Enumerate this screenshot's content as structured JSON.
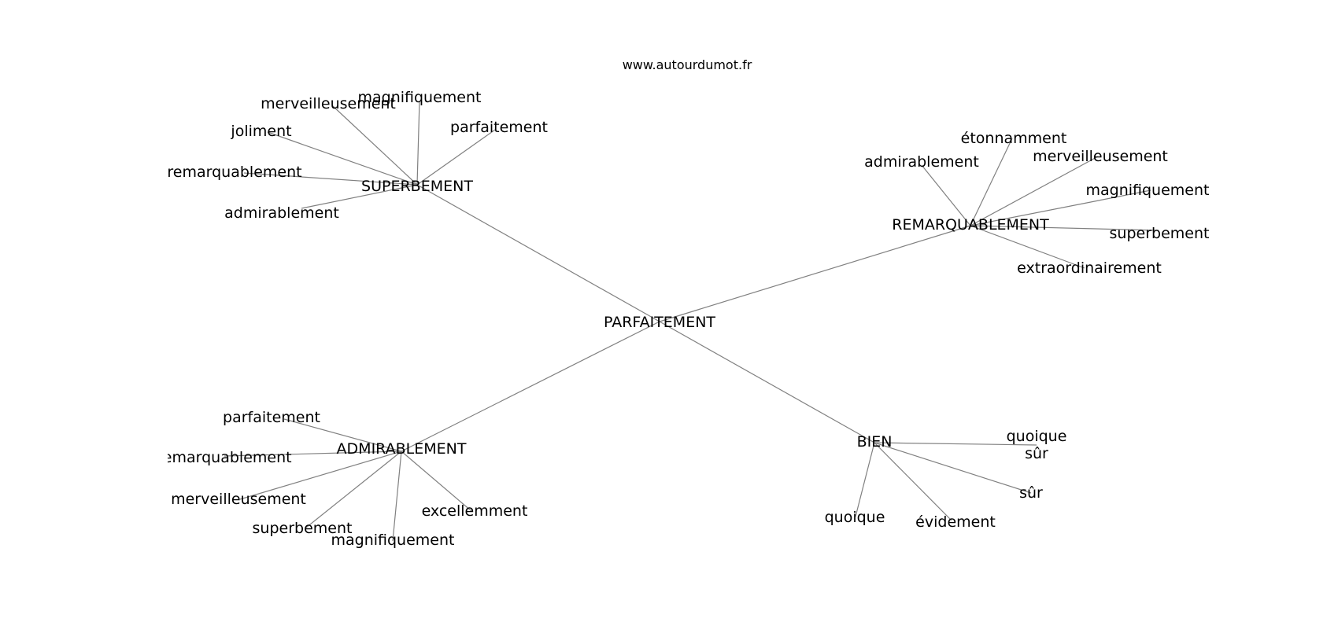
{
  "source": "www.autourdumot.fr",
  "colors": {
    "edge": "#808080",
    "text": "#000000",
    "background": "#ffffff"
  },
  "graph": {
    "root": "PARFAITEMENT",
    "hubs": [
      {
        "id": "superbement",
        "label": "SUPERBEMENT",
        "leaves": [
          "magnifiquement",
          "merveilleusement",
          "joliment",
          "remarquablement",
          "admirablement",
          "parfaitement"
        ]
      },
      {
        "id": "remarquablement",
        "label": "REMARQUABLEMENT",
        "leaves": [
          "étonnamment",
          "admirablement",
          "merveilleusement",
          "magnifiquement",
          "superbement",
          "extraordinairement"
        ]
      },
      {
        "id": "admirablement",
        "label": "ADMIRABLEMENT",
        "leaves": [
          "parfaitement",
          "remarquablement",
          "merveilleusement",
          "superbement",
          "magnifiquement",
          "excellemment"
        ]
      },
      {
        "id": "bien",
        "label": "BIEN",
        "leaves": [
          "quoique sûr",
          "sûr",
          "évidement",
          "quoique"
        ]
      }
    ]
  }
}
